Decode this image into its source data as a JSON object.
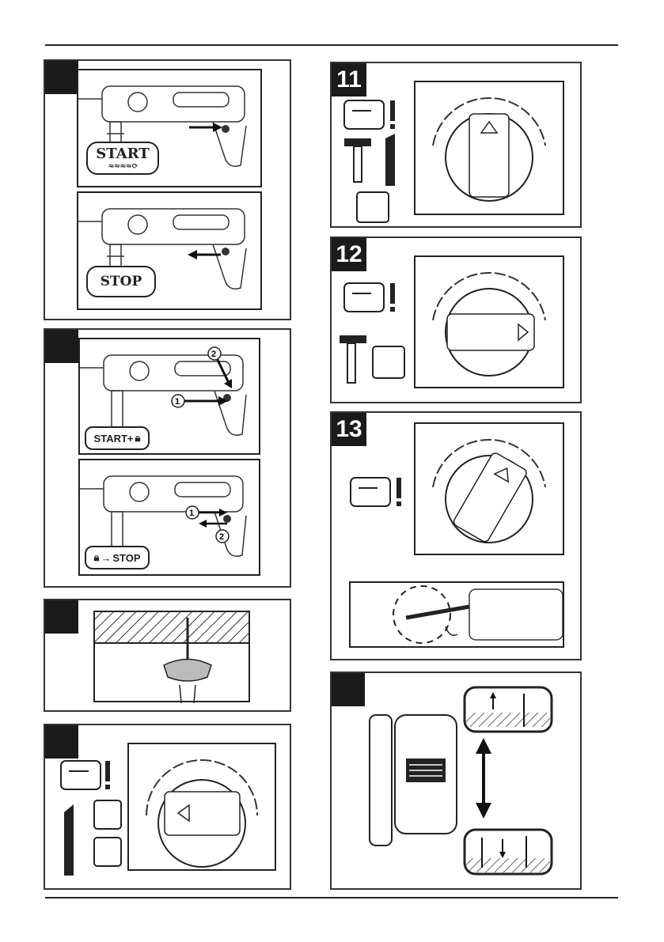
{
  "figures": [
    {
      "id": "fig-start-stop",
      "number": ""
    },
    {
      "id": "fig-lock",
      "number": ""
    },
    {
      "id": "fig-dust-cup",
      "number": ""
    },
    {
      "id": "fig-drill-mode",
      "number": ""
    },
    {
      "id": "fig-11",
      "number": "11"
    },
    {
      "id": "fig-12",
      "number": "12"
    },
    {
      "id": "fig-13",
      "number": "13"
    },
    {
      "id": "fig-depth",
      "number": ""
    }
  ],
  "labels": {
    "start": "START",
    "stop": "STOP",
    "start_lock": "START+",
    "lock_stop": "STOP",
    "step1": "1",
    "step2": "2"
  }
}
